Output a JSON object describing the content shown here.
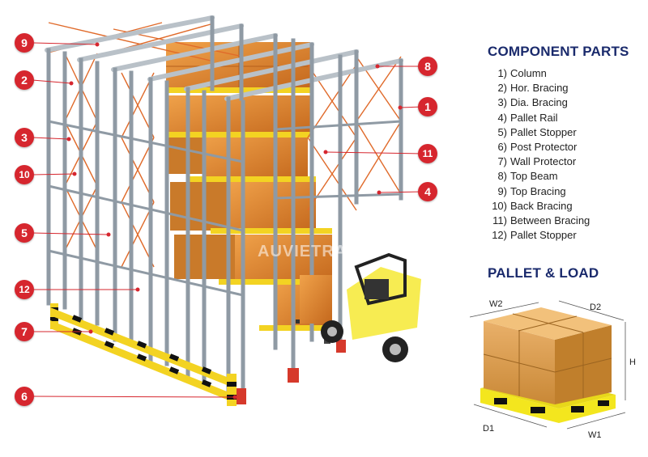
{
  "badges": [
    "9",
    "2",
    "3",
    "10",
    "5",
    "12",
    "7",
    "6",
    "8",
    "1",
    "11",
    "4"
  ],
  "component_parts": {
    "title": "COMPONENT PARTS",
    "items": [
      {
        "num": "1)",
        "label": "Column"
      },
      {
        "num": "2)",
        "label": "Hor. Bracing"
      },
      {
        "num": "3)",
        "label": "Dia. Bracing"
      },
      {
        "num": "4)",
        "label": "Pallet Rail"
      },
      {
        "num": "5)",
        "label": "Pallet Stopper"
      },
      {
        "num": "6)",
        "label": "Post Protector"
      },
      {
        "num": "7)",
        "label": "Wall Protector"
      },
      {
        "num": "8)",
        "label": "Top Beam"
      },
      {
        "num": "9)",
        "label": "Top Bracing"
      },
      {
        "num": "10)",
        "label": "Back Bracing"
      },
      {
        "num": "11)",
        "label": "Between Bracing"
      },
      {
        "num": "12)",
        "label": "Pallet Stopper"
      }
    ]
  },
  "pallet_load": {
    "title": "PALLET & LOAD",
    "dims": {
      "w2": "W2",
      "d2": "D2",
      "h": "H",
      "d1": "D1",
      "w1": "W1"
    }
  },
  "watermark": "AUVIETRACK",
  "colors": {
    "badge": "#d6262e",
    "title": "#1a2a6c",
    "rack": "#8f9aa4",
    "carton": "#d9852b",
    "beam": "#f3d322",
    "leader": "#d6262e"
  }
}
